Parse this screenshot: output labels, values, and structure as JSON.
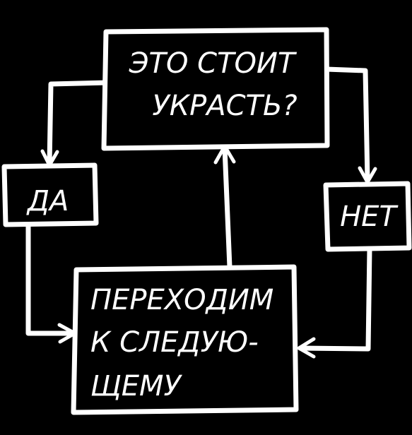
{
  "diagram": {
    "question": {
      "line1": "ЭТО СТОИТ",
      "line2": "УКРАСТЬ?"
    },
    "yes_label": "ДА",
    "no_label": "НЕТ",
    "action": {
      "line1": "ПЕРЕХОДИМ",
      "line2": "К СЛЕДУЮ-",
      "line3": "ЩЕМУ"
    }
  },
  "colors": {
    "background": "#000000",
    "ink": "#ffffff"
  }
}
